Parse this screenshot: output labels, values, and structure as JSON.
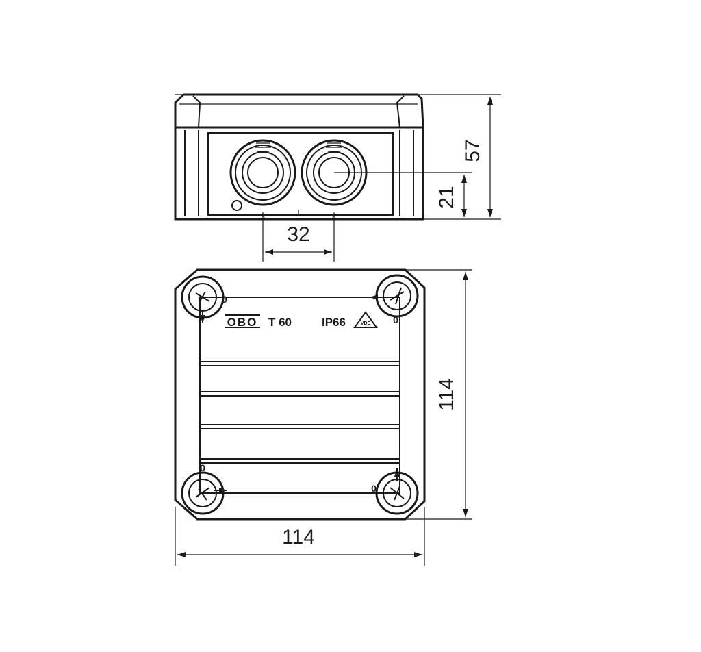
{
  "dimensions": {
    "front_height": "57",
    "opening_height": "21",
    "opening_spacing": "32",
    "plan_height": "114",
    "plan_width": "114"
  },
  "lid_markings": {
    "logo": "OBO",
    "model": "T 60",
    "protection_rating": "IP66",
    "certification_mark": "VDE"
  },
  "screw_symbols": {
    "open_symbol": "0",
    "closed_symbol": "I"
  },
  "colors": {
    "line": "#1a1a1a",
    "background": "#ffffff"
  },
  "icons": [
    "arrow-icon",
    "vde-triangle-icon",
    "obo-logo-icon",
    "screw-head-icon"
  ]
}
